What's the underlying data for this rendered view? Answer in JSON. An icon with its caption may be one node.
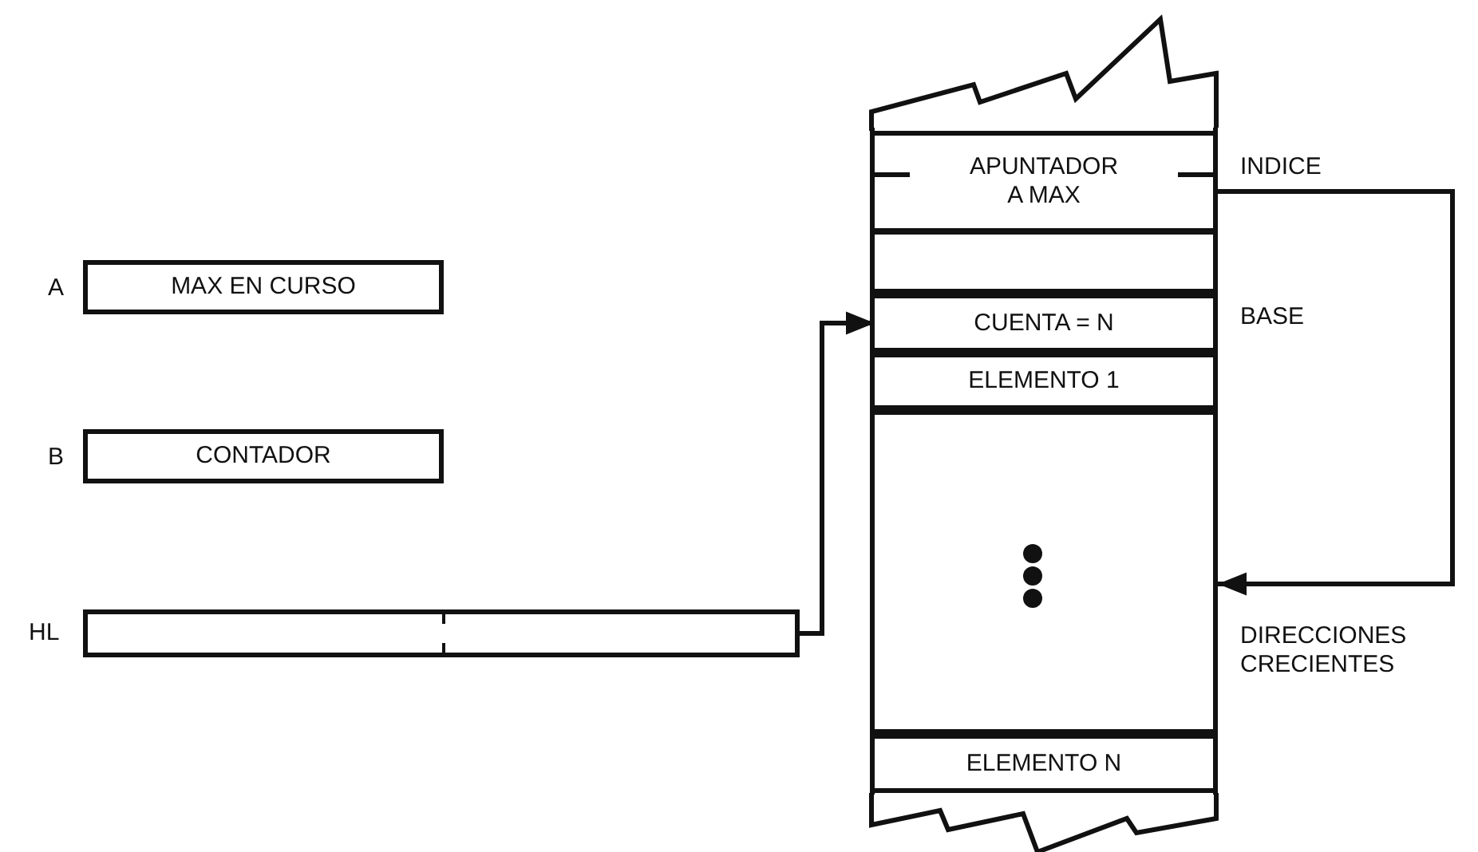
{
  "diagram": {
    "nodes": [
      {
        "text": [
          "MAX EN CURSO"
        ],
        "beside": [
          "A"
        ]
      },
      {
        "text": [
          "CONTADOR"
        ],
        "beside": [
          "B"
        ]
      },
      {
        "text": [],
        "shape": "box",
        "beside": [
          "HL"
        ]
      },
      {
        "text": [],
        "shape": "box"
      },
      {
        "text": [
          "APUNTADOR A MAX"
        ],
        "in": 3,
        "beside": [
          "INDICE"
        ]
      },
      {
        "text": [],
        "shape": "box",
        "in": 3
      },
      {
        "text": [
          "CUENTA = N"
        ],
        "in": 3,
        "beside": [
          "BASE"
        ]
      },
      {
        "text": [
          "ELEMENTO 1"
        ],
        "in": 3
      },
      {
        "text": [],
        "shape": "box",
        "in": 3
      },
      {
        "text": [
          "ELEMENTO N"
        ],
        "in": 3
      }
    ],
    "edges": [
      {
        "from": 2,
        "to": 6,
        "arrow": "to"
      },
      {
        "from": 4,
        "to": 8,
        "arrow": "to"
      }
    ],
    "labels": [
      "DIRECCIONES CRECIENTES"
    ]
  }
}
